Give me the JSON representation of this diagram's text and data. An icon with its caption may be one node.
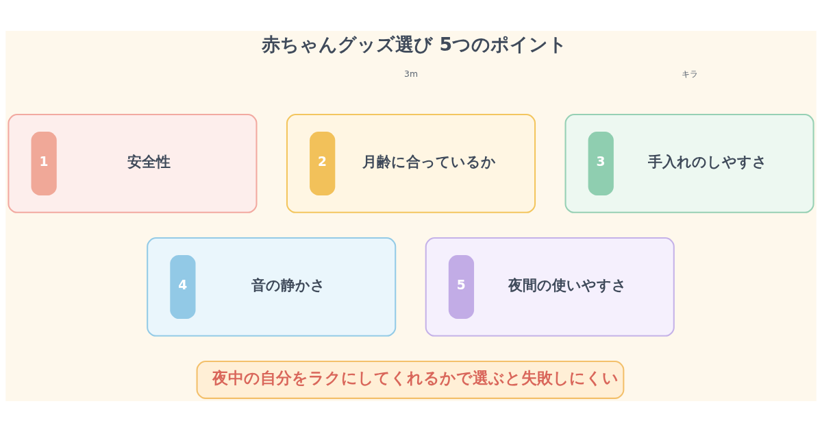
{
  "diagram": {
    "title": "赤ちゃんグッズ選び 5つのポイント",
    "nodes": [
      {
        "text": [
          "1",
          "安全性"
        ]
      },
      {
        "text": [
          "2",
          "月齢に合っているか"
        ]
      },
      {
        "text": [
          "3",
          "手入れのしやすさ"
        ]
      },
      {
        "text": [
          "4",
          "音の静かさ"
        ]
      },
      {
        "text": [
          "5",
          "夜間の使いやすさ"
        ]
      },
      {
        "text": [
          "夜中の自分をラクにしてくれるかで選ぶと失敗しにくい"
        ]
      }
    ],
    "labels": [
      "3m",
      "キラ"
    ]
  }
}
